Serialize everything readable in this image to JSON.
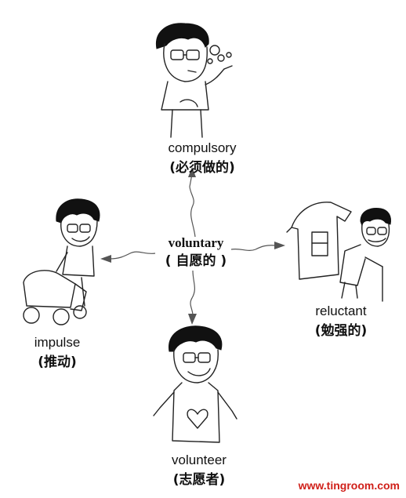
{
  "center": {
    "word": "voluntary",
    "meaning": "( 自愿的 )"
  },
  "top": {
    "word": "compulsory",
    "meaning": "(必须做的)"
  },
  "left": {
    "word": "impulse",
    "meaning": "(推动)"
  },
  "right": {
    "word": "reluctant",
    "meaning": "(勉强的)"
  },
  "bottom": {
    "word": "volunteer",
    "meaning": "(志愿者)"
  },
  "watermark": "www.tingroom.com"
}
